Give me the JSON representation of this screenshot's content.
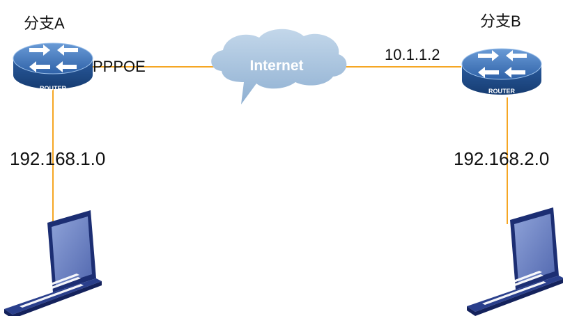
{
  "branch_a": {
    "title": "分支A",
    "router_label": "ROUTER",
    "link_label": "PPPOE",
    "lan_subnet": "192.168.1.0"
  },
  "branch_b": {
    "title": "分支B",
    "router_label": "ROUTER",
    "wan_ip": "10.1.1.2",
    "lan_subnet": "192.168.2.0"
  },
  "cloud": {
    "label": "Internet"
  },
  "colors": {
    "link": "#F5A623",
    "router_top": "#3F78BE",
    "router_side": "#1F4E8E",
    "cloud": "#A7C4DE",
    "laptop": "#1C2E73",
    "screen": "#6F85C4"
  },
  "icons": {
    "router": "router-icon",
    "cloud": "cloud-icon",
    "laptop": "laptop-icon"
  }
}
